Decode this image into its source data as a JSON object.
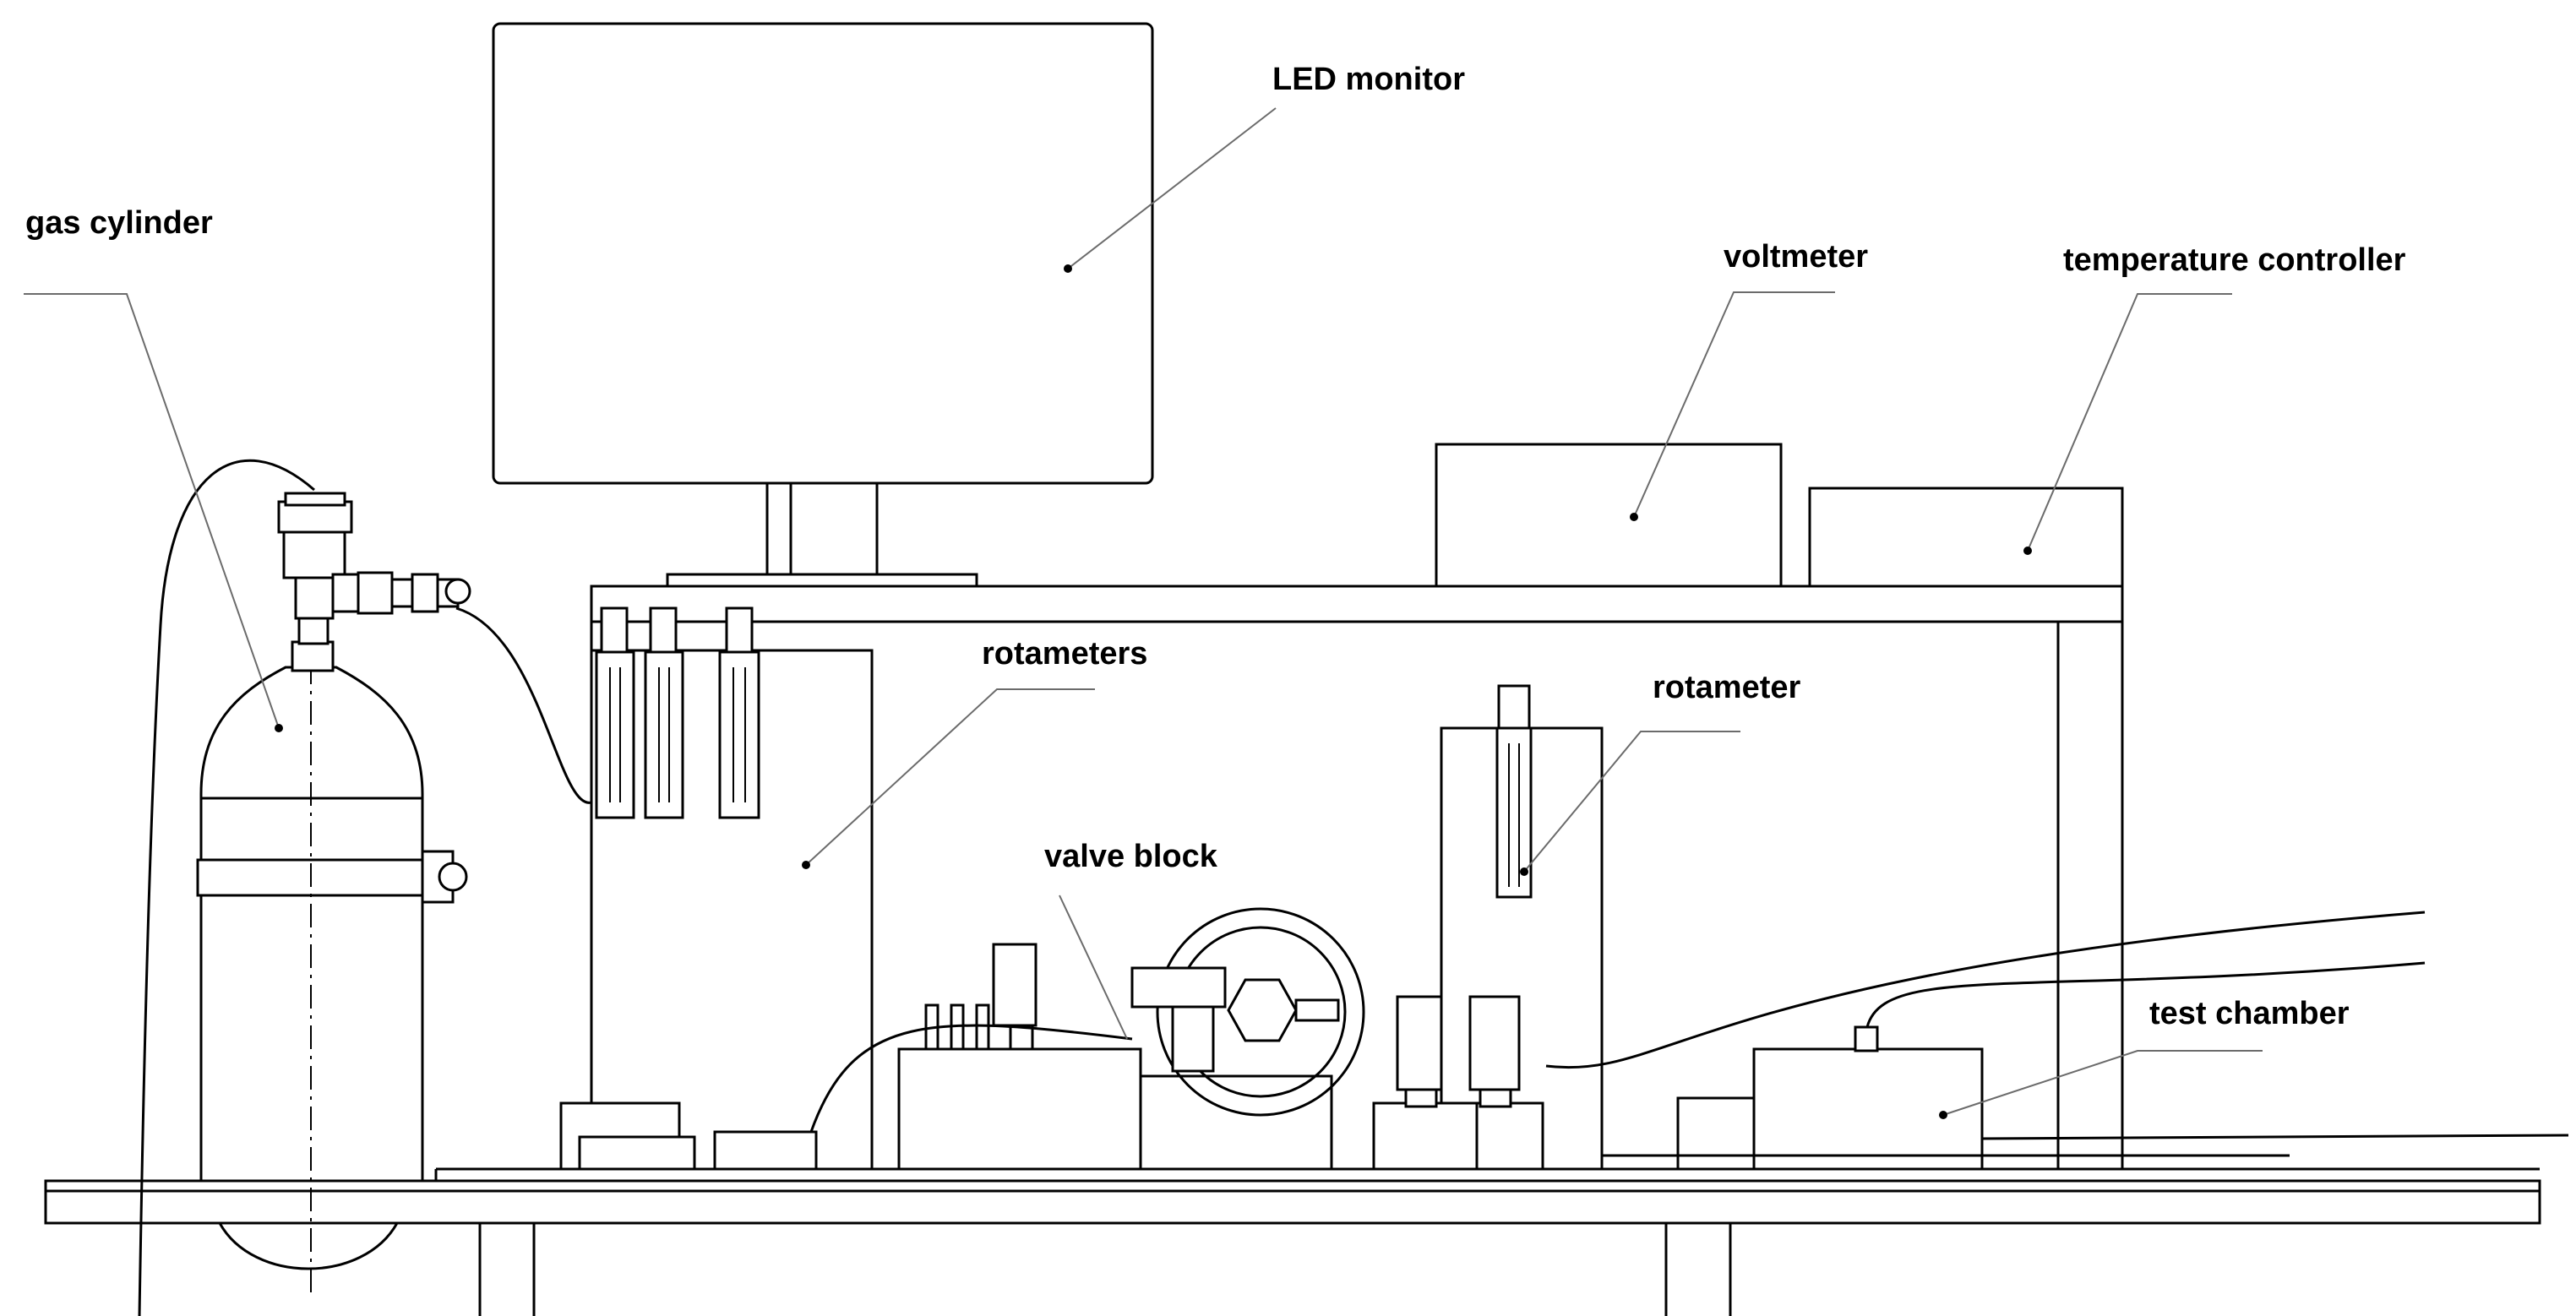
{
  "labels": {
    "gas_cylinder": "gas cylinder",
    "led_monitor": "LED monitor",
    "voltmeter": "voltmeter",
    "temperature_controller": "temperature controller",
    "rotameters": "rotameters",
    "rotameter": "rotameter",
    "valve_block": "valve block",
    "test_chamber": "test chamber"
  }
}
